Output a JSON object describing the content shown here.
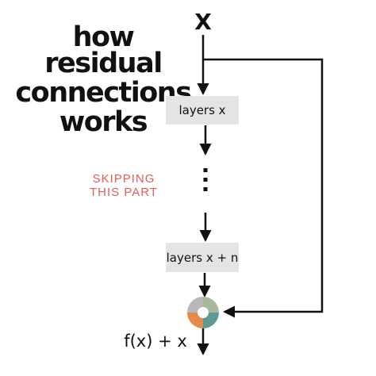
{
  "title": {
    "lines": [
      "how",
      "residual",
      "connections",
      "works"
    ]
  },
  "diagram": {
    "input_label": "X",
    "layer_first_label": "layers x",
    "layer_last_label": "layers x + n",
    "skipped_note": {
      "lines": [
        "SKIPPING",
        "THIS PART"
      ]
    },
    "output_label": "f(x) + x"
  },
  "colors": {
    "text": "#111111",
    "box_fill": "#e4e4e4",
    "skip_note": "#e25c5c",
    "adder_sage": "#a8b89a",
    "adder_orange": "#e58a4e",
    "adder_teal": "#5f9a92",
    "adder_gray": "#b8b8b8"
  },
  "icons": {
    "adder": "sum-circle-icon"
  }
}
